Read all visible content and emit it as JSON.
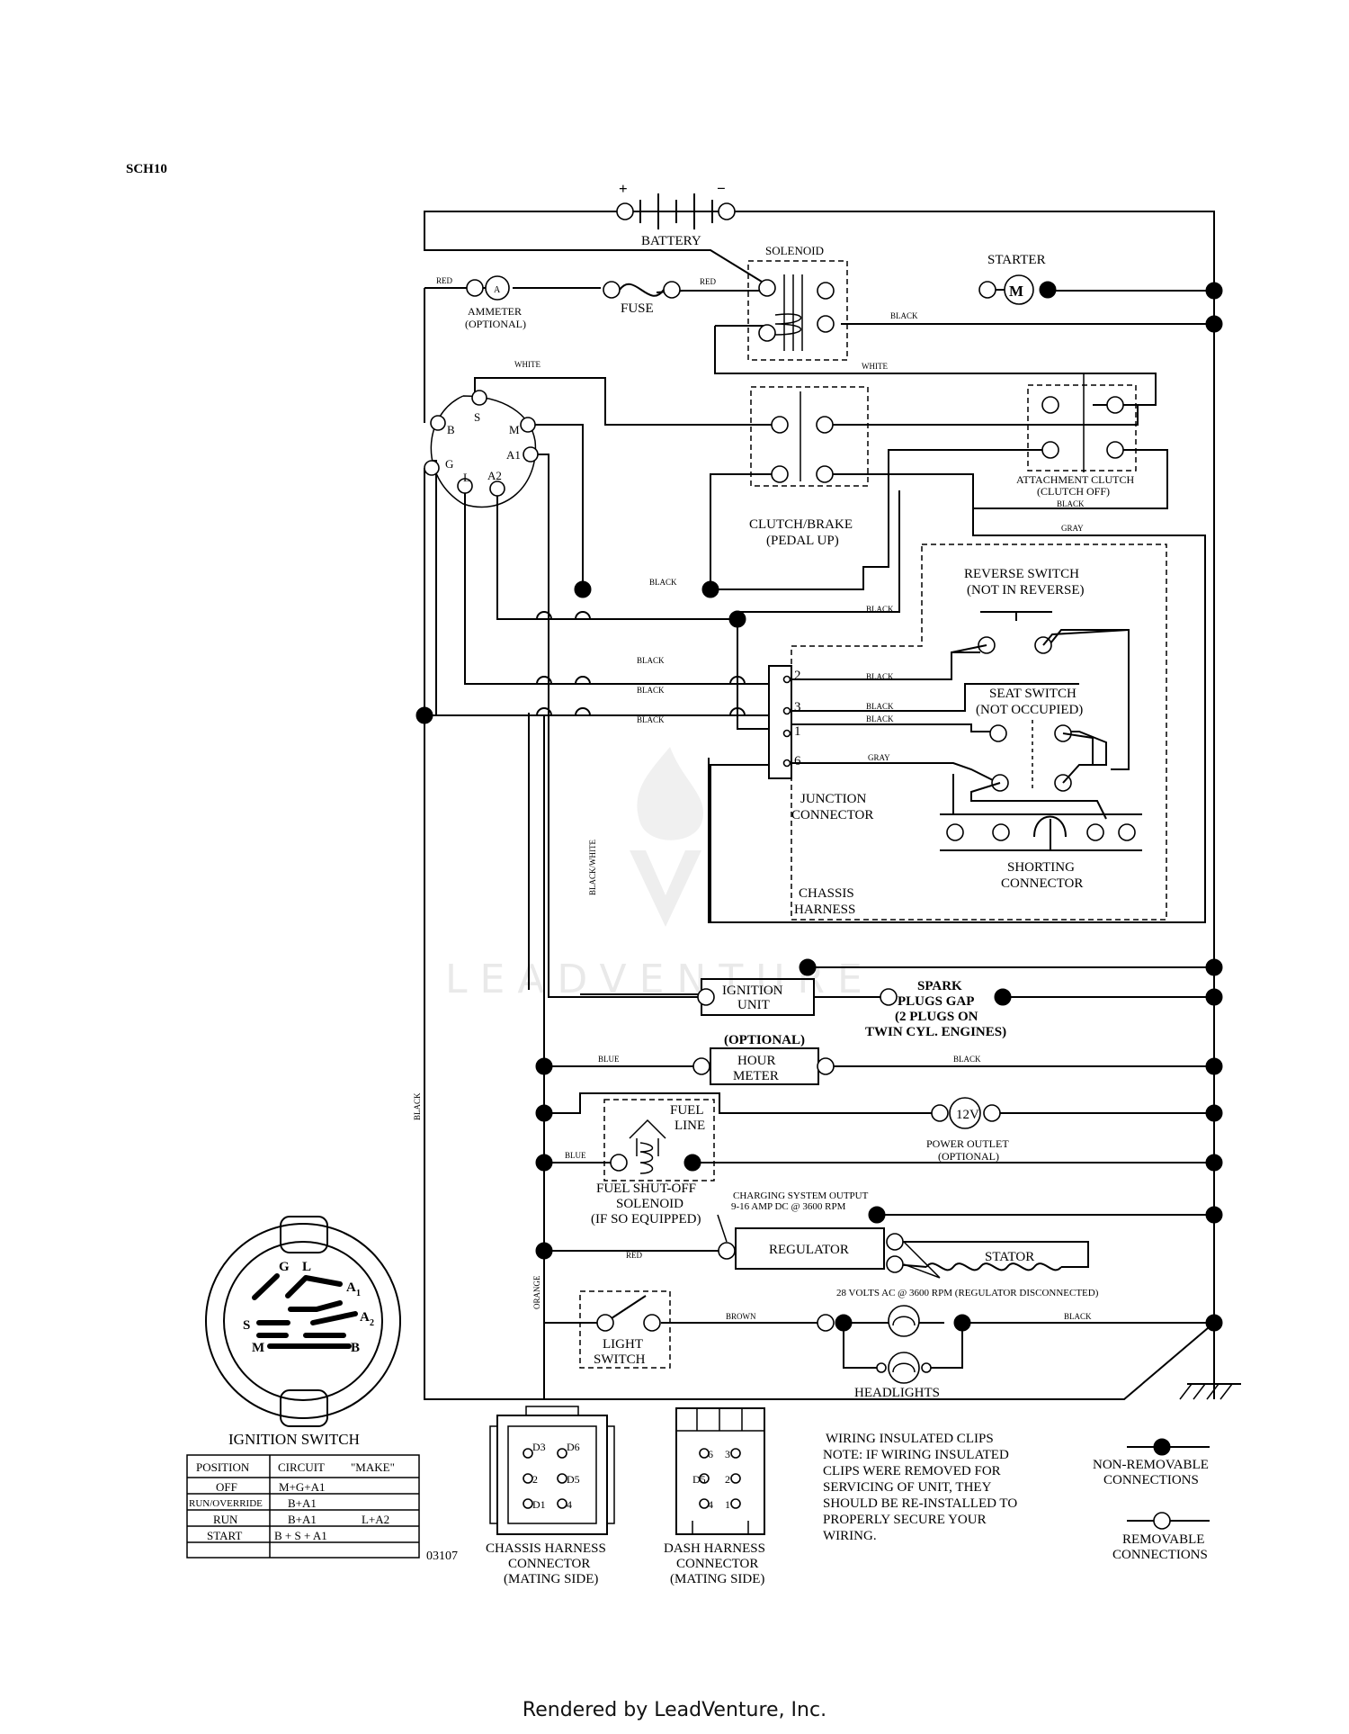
{
  "page": {
    "code": "SCH10",
    "part_number": "03107",
    "watermark": "LEADVENTURE",
    "footer": "Rendered by LeadVenture, Inc."
  },
  "components": {
    "battery": "BATTERY",
    "plus": "+",
    "minus": "−",
    "solenoid": "SOLENOID",
    "starter": "STARTER",
    "motor_symbol": "M",
    "ammeter_line1": "AMMETER",
    "ammeter_line2": "(OPTIONAL)",
    "ammeter_symbol": "A",
    "fuse": "FUSE",
    "clutch_brake_line1": "CLUTCH/BRAKE",
    "clutch_brake_line2": "(PEDAL UP)",
    "attachment_clutch_line1": "ATTACHMENT CLUTCH",
    "attachment_clutch_line2": "(CLUTCH OFF)",
    "reverse_switch_line1": "REVERSE SWITCH",
    "reverse_switch_line2": "(NOT IN REVERSE)",
    "seat_switch_line1": "SEAT SWITCH",
    "seat_switch_line2": "(NOT OCCUPIED)",
    "junction_line1": "JUNCTION",
    "junction_line2": "CONNECTOR",
    "shorting_line1": "SHORTING",
    "shorting_line2": "CONNECTOR",
    "chassis_line1": "CHASSIS",
    "chassis_line2": "HARNESS",
    "ignition_unit_line1": "IGNITION",
    "ignition_unit_line2": "UNIT",
    "spark_line1": "SPARK",
    "spark_line2": "PLUGS GAP",
    "spark_line3": "(2 PLUGS ON",
    "spark_line4": "TWIN CYL. ENGINES)",
    "hour_meter_optional": "(OPTIONAL)",
    "hour_meter_line1": "HOUR",
    "hour_meter_line2": "METER",
    "fuel_line_line1": "FUEL",
    "fuel_line_line2": "LINE",
    "power_outlet_symbol": "12V",
    "power_outlet_line1": "POWER OUTLET",
    "power_outlet_line2": "(OPTIONAL)",
    "fuel_solenoid_line1": "FUEL SHUT-OFF",
    "fuel_solenoid_line2": "SOLENOID",
    "fuel_solenoid_line3": "(IF SO EQUIPPED)",
    "charging_line1": "CHARGING SYSTEM OUTPUT",
    "charging_line2": "9-16 AMP DC @ 3600 RPM",
    "regulator": "REGULATOR",
    "stator": "STATOR",
    "stator_note": "28 VOLTS AC @ 3600 RPM (REGULATOR DISCONNECTED)",
    "light_switch_line1": "LIGHT",
    "light_switch_line2": "SWITCH",
    "headlights": "HEADLIGHTS"
  },
  "wires": {
    "red": "RED",
    "black": "BLACK",
    "white": "WHITE",
    "gray": "GRAY",
    "blue": "BLUE",
    "brown": "BROWN",
    "orange": "ORANGE",
    "black_white": "BLACK/WHITE"
  },
  "junction_pins": [
    "2",
    "3",
    "1",
    "6"
  ],
  "ignition_terminals": {
    "B": "B",
    "S": "S",
    "M": "M",
    "G": "G",
    "L": "L",
    "A1": "A1",
    "A2": "A2"
  },
  "ignition_switch_face": {
    "G": "G",
    "L": "L",
    "A1": "A",
    "A1_sub": "1",
    "A2": "A",
    "A2_sub": "2",
    "S": "S",
    "M": "M",
    "B": "B"
  },
  "ignition_table": {
    "title": "IGNITION SWITCH",
    "headers": [
      "POSITION",
      "CIRCUIT",
      "\"MAKE\""
    ],
    "rows": [
      {
        "position": "OFF",
        "circuit": "M+G+A1",
        "extra": ""
      },
      {
        "position": "RUN/OVERRIDE",
        "circuit": "B+A1",
        "extra": ""
      },
      {
        "position": "RUN",
        "circuit": "B+A1",
        "extra": "L+A2"
      },
      {
        "position": "START",
        "circuit": "B + S + A1",
        "extra": ""
      }
    ]
  },
  "connectors": {
    "chassis": {
      "line1": "CHASSIS HARNESS",
      "line2": "CONNECTOR",
      "line3": "(MATING SIDE)",
      "pins": [
        "D3",
        "D6",
        "2",
        "D5",
        "D1",
        "4"
      ]
    },
    "dash": {
      "line1": "DASH HARNESS",
      "line2": "CONNECTOR",
      "line3": "(MATING SIDE)",
      "pins": [
        "6",
        "3",
        "D5",
        "2",
        "4",
        "1"
      ]
    }
  },
  "notes": {
    "clips": [
      "WIRING INSULATED CLIPS",
      "NOTE:  IF WIRING INSULATED",
      "CLIPS WERE REMOVED FOR",
      "SERVICING OF UNIT, THEY",
      "SHOULD BE RE-INSTALLED TO",
      "PROPERLY SECURE YOUR",
      " WIRING."
    ]
  },
  "legend": {
    "nonremovable_line1": "NON-REMOVABLE",
    "nonremovable_line2": "CONNECTIONS",
    "removable_line1": "REMOVABLE",
    "removable_line2": "CONNECTIONS"
  }
}
